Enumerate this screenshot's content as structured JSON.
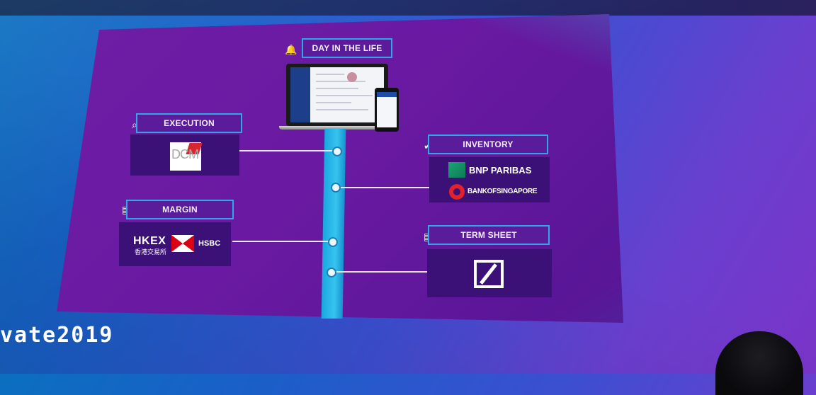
{
  "slide": {
    "title": "DAY IN THE LIFE",
    "sections": {
      "execution": {
        "label": "EXECUTION",
        "icon": "search-icon",
        "logos": [
          "DCM"
        ]
      },
      "margin": {
        "label": "MARGIN",
        "icon": "document-icon",
        "logos": [
          "HKEX",
          "香港交易所",
          "HSBC"
        ]
      },
      "inventory": {
        "label": "INVENTORY",
        "icon": "check-circle-icon",
        "logos": [
          "BNP PARIBAS",
          "BANKOFSINGAPORE"
        ]
      },
      "term_sheet": {
        "label": "TERM SHEET",
        "icon": "document-icon",
        "logos": [
          "Deutsche Bank"
        ]
      }
    }
  },
  "event_text": "vate2019",
  "colors": {
    "accent": "#2fa8ea",
    "slide_bg": "#6a1aa2",
    "timeline": "#36c4ef"
  }
}
